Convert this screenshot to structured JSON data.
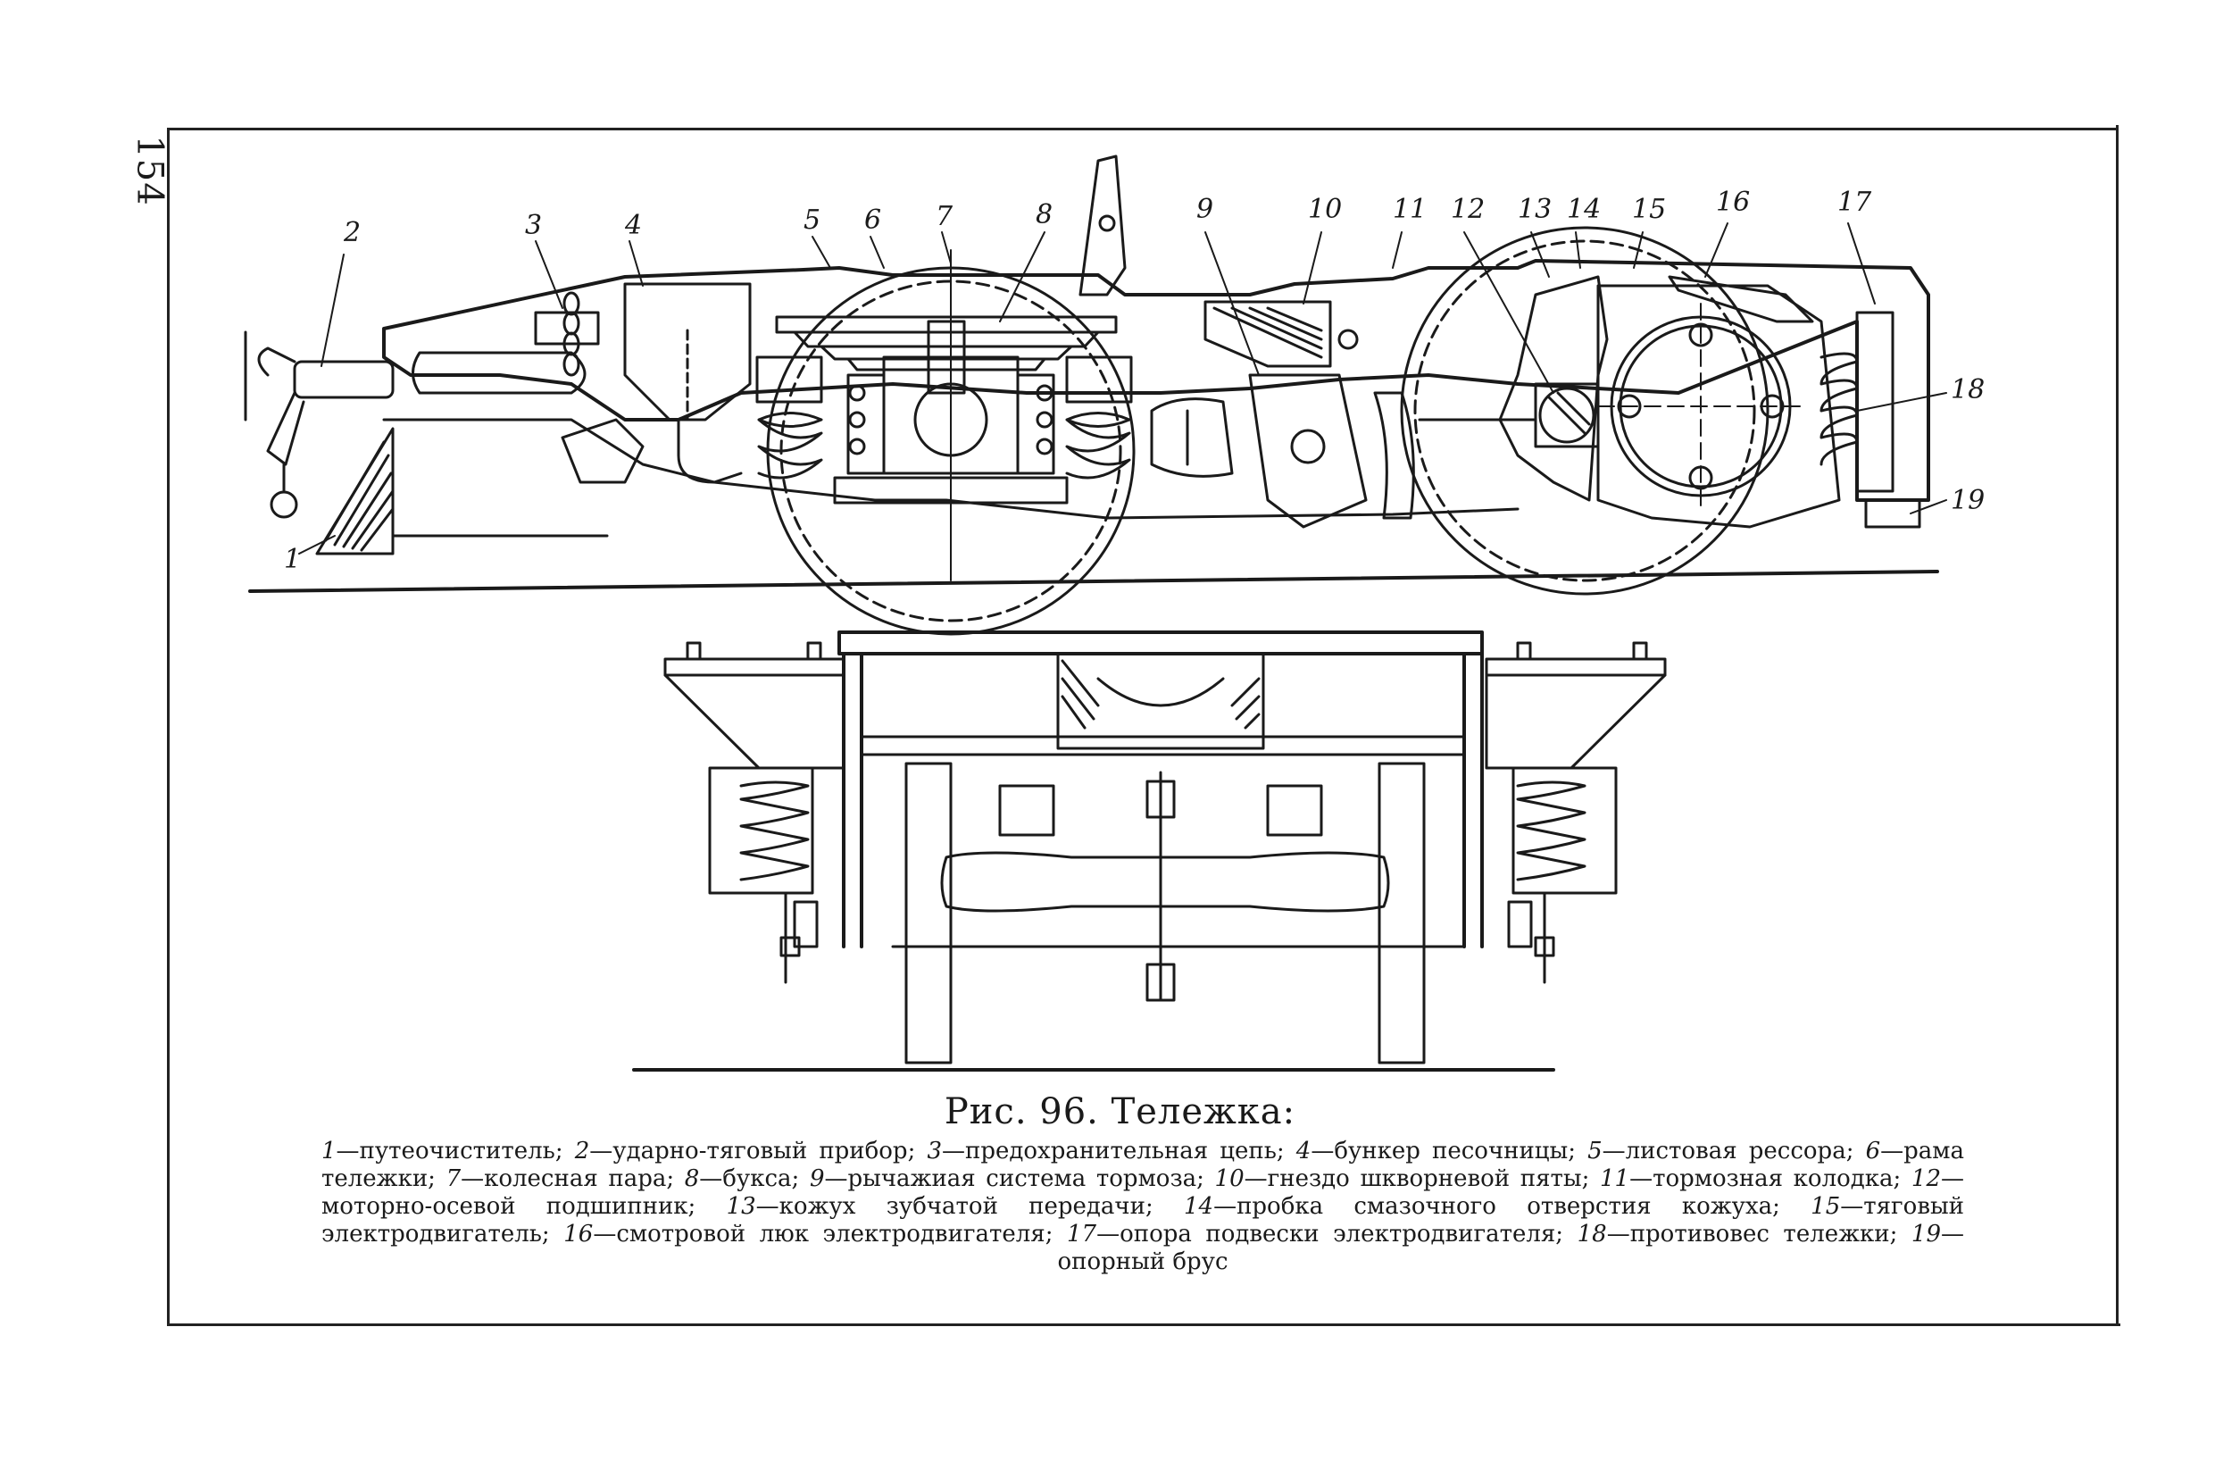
{
  "page_number": "154",
  "figure": {
    "title": "Рис. 96. Тележка:",
    "labels": [
      "1",
      "2",
      "3",
      "4",
      "5",
      "6",
      "7",
      "8",
      "9",
      "10",
      "11",
      "12",
      "13",
      "14",
      "15",
      "16",
      "17",
      "18",
      "19"
    ],
    "legend": [
      {
        "num": "1",
        "text": "путеочиститель"
      },
      {
        "num": "2",
        "text": "ударно-тяговый прибор"
      },
      {
        "num": "3",
        "text": "предохранительная цепь"
      },
      {
        "num": "4",
        "text": "бункер песочницы"
      },
      {
        "num": "5",
        "text": "листовая рессора"
      },
      {
        "num": "6",
        "text": "рама тележки"
      },
      {
        "num": "7",
        "text": "колесная пара"
      },
      {
        "num": "8",
        "text": "букса"
      },
      {
        "num": "9",
        "text": "рычажиая система тормоза"
      },
      {
        "num": "10",
        "text": "гнездо шкворневой пяты"
      },
      {
        "num": "11",
        "text": "тормозная колодка"
      },
      {
        "num": "12",
        "text": "моторно-осевой подшипник"
      },
      {
        "num": "13",
        "text": "кожух зубчатой передачи"
      },
      {
        "num": "14",
        "text": "пробка смазочного отверстия кожуха"
      },
      {
        "num": "15",
        "text": "тяговый электродвигатель"
      },
      {
        "num": "16",
        "text": "смотровой люк электродвигателя"
      },
      {
        "num": "17",
        "text": "опора подвески электродвигателя"
      },
      {
        "num": "18",
        "text": "противовес тележки"
      },
      {
        "num": "19",
        "text": "опорный брус"
      }
    ]
  }
}
